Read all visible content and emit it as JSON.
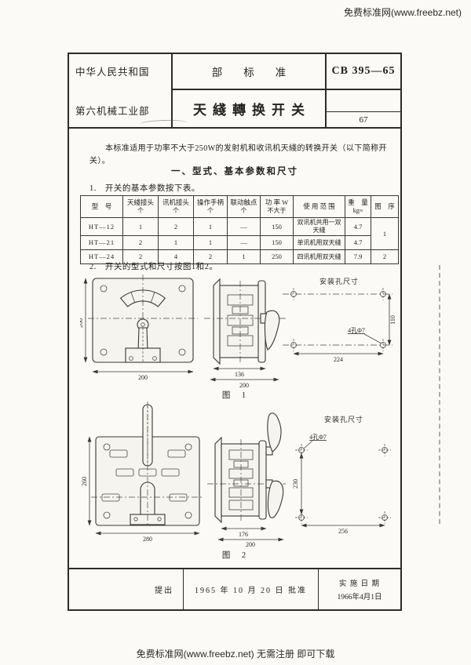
{
  "watermarks": {
    "top": "免费标准网(www.freebz.net)",
    "bottom": "免费标准网(www.freebz.net) 无需注册 即可下载"
  },
  "header": {
    "country": "中华人民共和国",
    "ministry": "第六机械工业部",
    "standard_type": "部　　标　　准",
    "title": "天綫轉换开关",
    "standard_no": "CB 395—65",
    "page_no": "67"
  },
  "intro": "本标准适用于功率不大于250W的发射机和收讯机天綫的转换开关（以下简称开关）。",
  "section": {
    "heading": "一、型式、基本参数和尺寸",
    "item1": "1.　开关的基本参数按下表。",
    "item2": "2.　开关的型式和尺寸按图1和2。"
  },
  "table": {
    "headers": {
      "h0": {
        "l1": "型　号",
        "l2": ""
      },
      "h1": {
        "l1": "天綫接头",
        "l2": "个"
      },
      "h2": {
        "l1": "讯机接头",
        "l2": "个"
      },
      "h3": {
        "l1": "操作手柄",
        "l2": "个"
      },
      "h4": {
        "l1": "联动触点",
        "l2": "个"
      },
      "h5": {
        "l1": "功 率 W",
        "l2": "不大于"
      },
      "h6": {
        "l1": "使 用 范 围",
        "l2": ""
      },
      "h7": {
        "l1": "重　量",
        "l2": "kg≈"
      },
      "h8": {
        "l1": "图　序",
        "l2": ""
      }
    },
    "rows": [
      {
        "model": "HT—12",
        "antenna": "1",
        "radio": "2",
        "handle": "1",
        "contact": "—",
        "power": "150",
        "usage": "双讯机共用一双天綫",
        "weight": "4.7",
        "fig": "1"
      },
      {
        "model": "HT—21",
        "antenna": "2",
        "radio": "1",
        "handle": "1",
        "contact": "—",
        "power": "150",
        "usage": "单讯机用双天綫",
        "weight": "4.7",
        "fig": ""
      },
      {
        "model": "HT—24",
        "antenna": "2",
        "radio": "4",
        "handle": "2",
        "contact": "1",
        "power": "250",
        "usage": "四讯机用双天綫",
        "weight": "7.9",
        "fig": "2"
      }
    ]
  },
  "figure1": {
    "caption": "图　1",
    "mount_label": "安装孔尺寸",
    "hole_note": "4孔Φ7",
    "dims": {
      "front_h": "200",
      "front_w": "200",
      "side_w": "136",
      "side_total": "200",
      "mount_v": "110",
      "mount_h": "224"
    }
  },
  "figure2": {
    "caption": "图　2",
    "mount_label": "安装孔尺寸",
    "hole_note": "4孔Φ7",
    "dims": {
      "front_h": "260",
      "front_w": "280",
      "side_w": "176",
      "side_total": "200",
      "mount_v": "230",
      "mount_h": "256"
    }
  },
  "footer": {
    "submit_label": "提出",
    "approve_text": "1965 年 10 月 20 日 批准",
    "impl_label": "实 施 日 期",
    "impl_date": "1966年4月1日"
  }
}
